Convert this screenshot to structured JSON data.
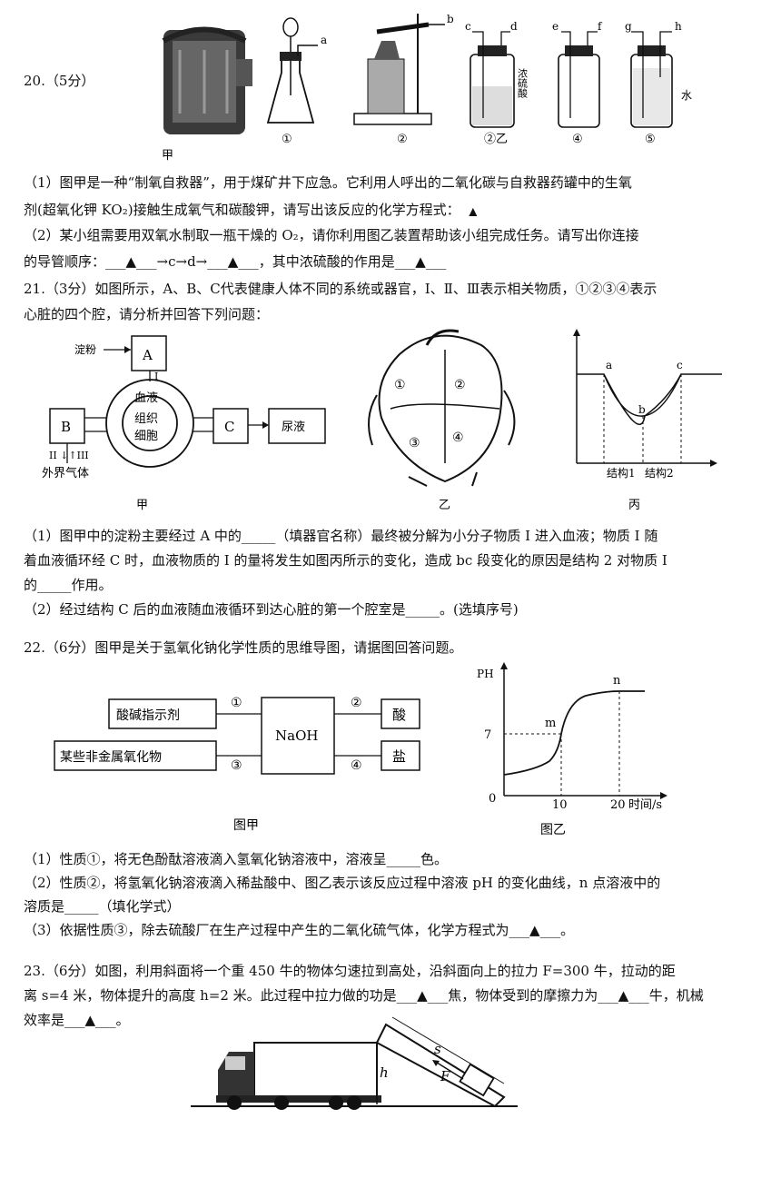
{
  "q20": {
    "header": "20.（5分）",
    "label_jia": "甲",
    "label_1": "①",
    "label_2": "②",
    "label_yi": "②乙",
    "label_4": "④",
    "label_5": "⑤",
    "pipe_a": "a",
    "pipe_b": "b",
    "pipe_c": "c",
    "pipe_d": "d",
    "pipe_e": "e",
    "pipe_f": "f",
    "pipe_g": "g",
    "pipe_h": "h",
    "conc_acid": "浓硫酸",
    "water": "水",
    "p1_line1": "（1）图甲是一种“制氧自救器”，用于煤矿井下应急。它利用人呼出的二氧化碳与自救器药罐中的生氧",
    "p1_line2": "剂(超氧化钾 KO₂)接触生成氧气和碳酸钾，请写出该反应的化学方程式：",
    "p1_line2_end": "▲",
    "p2_line1": "（2）某小组需要用双氧水制取一瓶干燥的 O₂，请你利用图乙装置帮助该小组完成任务。请写出你连接",
    "p2_line2": "的导管顺序：___▲___→c→d→___▲___，其中浓硫酸的作用是___▲___"
  },
  "q21": {
    "intro_line1": "21.（3分）如图所示，A、B、C代表健康人体不同的系统或器官，Ⅰ、Ⅱ、Ⅲ表示相关物质，①②③④表示",
    "intro_line2": "心脏的四个腔，请分析并回答下列问题：",
    "starch": "淀粉",
    "box_a": "A",
    "box_b": "B",
    "box_c": "C",
    "urine": "尿液",
    "blood": "血液",
    "tissue": "组织",
    "cell": "细胞",
    "roman_1": "I",
    "roman_23": "II ↓↑III",
    "outside_air": "外界气体",
    "label_jia": "甲",
    "label_yi": "乙",
    "label_bing": "丙",
    "heart_1": "①",
    "heart_2": "②",
    "heart_3": "③",
    "heart_4": "④",
    "graph_a": "a",
    "graph_b": "b",
    "graph_c": "c",
    "struct_1": "结构1",
    "struct_2": "结构2",
    "p1_line1": "（1）图甲中的淀粉主要经过 A 中的_____（填器官名称）最终被分解为小分子物质 I 进入血液；物质 I 随",
    "p1_line2": "着血液循环经 C 时，血液物质的 I 的量将发生如图丙所示的变化，造成 bc 段变化的原因是结构 2 对物质 I",
    "p1_line3": "的_____作用。",
    "p2_line1": "（2）经过结构 C 后的血液随血液循环到达心脏的第一个腔室是_____。(选填序号)"
  },
  "q22": {
    "intro": "22.（6分）图甲是关于氢氧化钠化学性质的思维导图，请据图回答问题。",
    "indicator": "酸碱指示剂",
    "nonmetal_oxide": "某些非金属氧化物",
    "naoh": "NaOH",
    "acid": "酸",
    "salt": "盐",
    "c1": "①",
    "c2": "②",
    "c3": "③",
    "c4": "④",
    "label_jia": "图甲",
    "label_yi": "图乙",
    "ph": "PH",
    "y7": "7",
    "x0": "0",
    "x10": "10",
    "x20": "20",
    "xlabel": "时间/s",
    "point_m": "m",
    "point_n": "n",
    "p1": "（1）性质①，将无色酚酞溶液滴入氢氧化钠溶液中，溶液呈_____色。",
    "p2_line1": "（2）性质②，将氢氧化钠溶液滴入稀盐酸中、图乙表示该反应过程中溶液 pH 的变化曲线，n 点溶液中的",
    "p2_line2": "溶质是_____（填化学式）",
    "p3": "（3）依据性质③，除去硫酸厂在生产过程中产生的二氧化硫气体，化学方程式为___▲___。"
  },
  "q23": {
    "line1": "23.（6分）如图，利用斜面将一个重 450 牛的物体匀速拉到高处，沿斜面向上的拉力 F=300 牛，拉动的距",
    "line2": "离 s=4 米，物体提升的高度 h=2 米。此过程中拉力做的功是___▲___焦，物体受到的摩擦力为___▲___牛，机械",
    "line3": "效率是___▲___。",
    "label_s": "s",
    "label_h": "h",
    "label_f": "F"
  }
}
